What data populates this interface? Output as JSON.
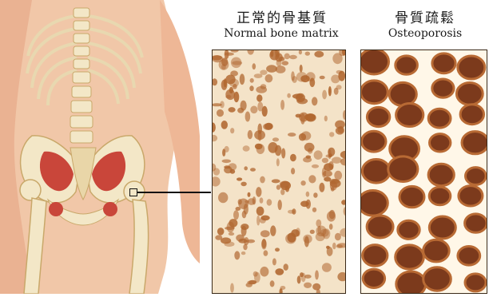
{
  "labels": {
    "normal_zh": "正常的骨基質",
    "normal_en": "Normal bone matrix",
    "osteo_zh": "骨質疏鬆",
    "osteo_en": "Osteoporosis"
  },
  "colors": {
    "skin": "#f1c7a8",
    "skin_shadow": "#e6a483",
    "bone": "#f3e7c7",
    "bone_shadow": "#d9c38f",
    "pelvis_inner": "#c9463a",
    "normal_bg": "#f4e3c8",
    "normal_pore": "#b0662f",
    "osteo_bg": "#fff7e8",
    "osteo_pore": "#7c3a1c",
    "osteo_pore_edge": "#b86a34"
  }
}
